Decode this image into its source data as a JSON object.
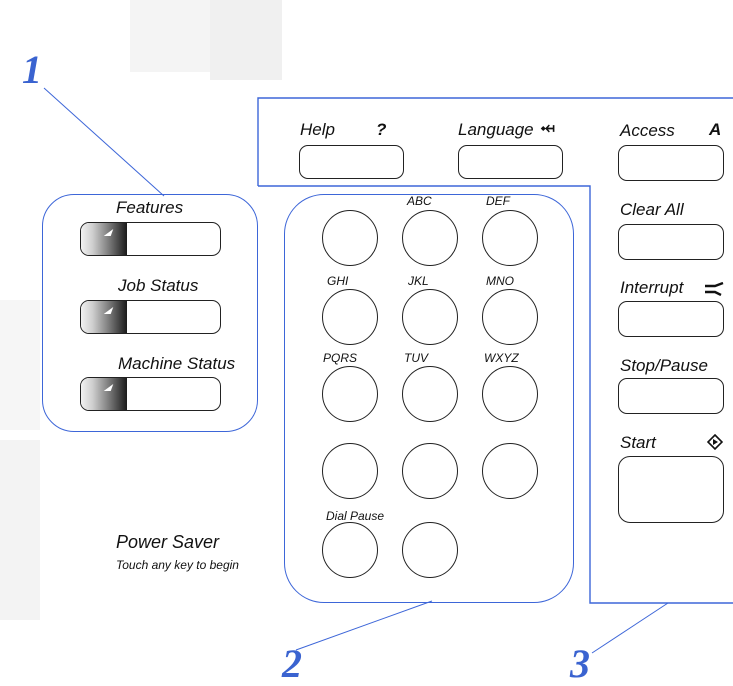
{
  "callouts": {
    "one": "1",
    "two": "2",
    "three": "3"
  },
  "left_panel": {
    "items": [
      {
        "label": "Features"
      },
      {
        "label": "Job Status"
      },
      {
        "label": "Machine Status"
      }
    ]
  },
  "power_saver": {
    "title": "Power Saver",
    "subtitle": "Touch any key to begin"
  },
  "top_bar": {
    "help_label": "Help",
    "help_icon": "question-mark-icon",
    "language_label": "Language",
    "language_icon": "language-icon"
  },
  "keypad": {
    "labels": [
      "",
      "ABC",
      "DEF",
      "GHI",
      "JKL",
      "MNO",
      "PQRS",
      "TUV",
      "WXYZ",
      "",
      "",
      "",
      "Dial Pause",
      ""
    ]
  },
  "right_panel": {
    "access_label": "Access",
    "access_icon": "A",
    "clear_all_label": "Clear All",
    "interrupt_label": "Interrupt",
    "stop_pause_label": "Stop/Pause",
    "start_label": "Start"
  },
  "colors": {
    "accent": "#3d66d8",
    "callout": "#3a63d0"
  }
}
